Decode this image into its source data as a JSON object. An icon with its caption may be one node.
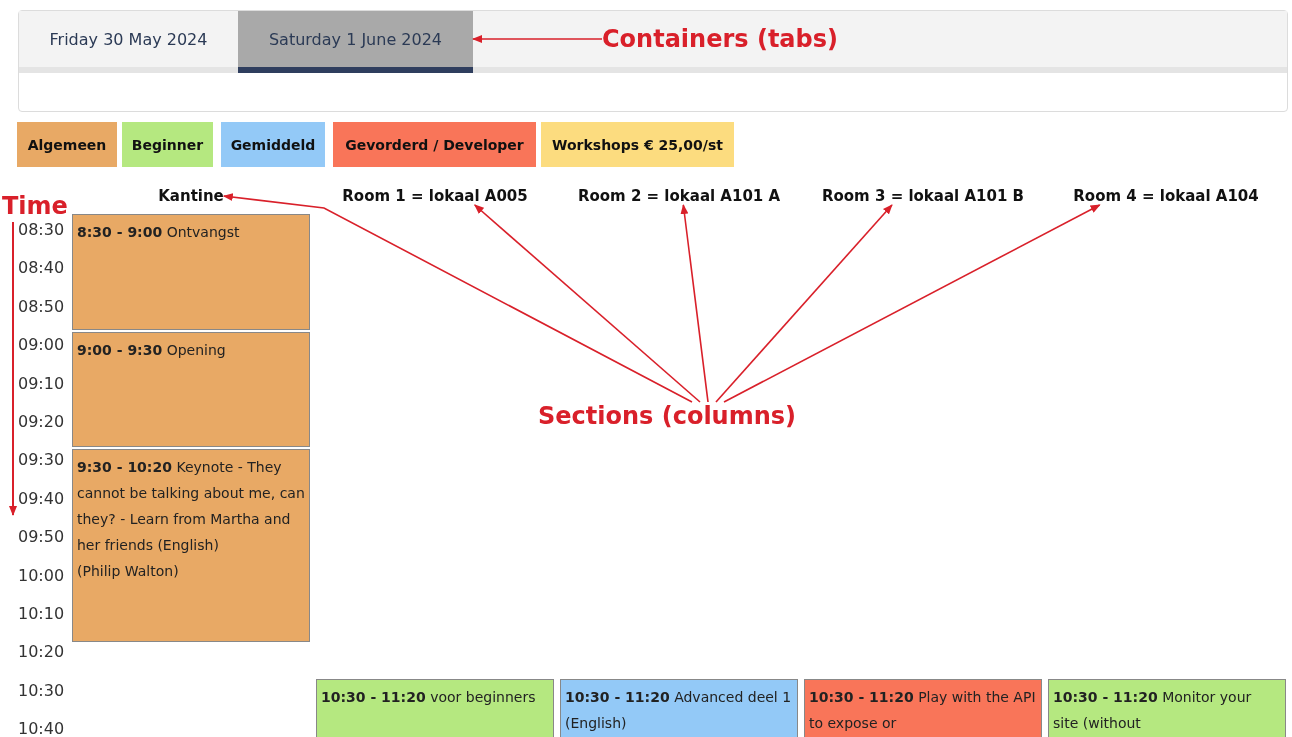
{
  "diagram": {
    "nodes": [
      {
        "text": [
          "Friday 30 May 2024"
        ]
      },
      {
        "text": [
          "Saturday 1 June 2024"
        ]
      },
      {
        "text": [
          "Containers (tabs)"
        ]
      },
      {
        "text": [
          "Kantine"
        ]
      },
      {
        "text": [
          "Room 1 = lokaal A005"
        ]
      },
      {
        "text": [
          "Room 2 = lokaal A101 A"
        ]
      },
      {
        "text": [
          "Room 3 = lokaal A101 B"
        ]
      },
      {
        "text": [
          "Room 4 = lokaal A104"
        ]
      },
      {
        "text": [
          "Sections (columns)"
        ]
      },
      {
        "text": [
          "**8:30 - 9:00** Ontvangst"
        ]
      },
      {
        "text": [
          "**9:00 - 9:30** Opening"
        ]
      },
      {
        "text": [
          "**9:30 - 10:20** Keynote - They cannot be talking about me, can they? - Learn from Martha and her friends (English)",
          "(Philip Walton)"
        ]
      },
      {
        "text": [
          "**10:30 - 11:20** voor beginners"
        ]
      },
      {
        "text": [
          "**10:30 - 11:20** Advanced deel 1 (English)"
        ]
      },
      {
        "text": [
          "**10:30 - 11:20** Play with the API to expose or"
        ]
      },
      {
        "text": [
          "**10:30 - 11:20** Monitor your site (without"
        ]
      }
    ],
    "edges": [
      {
        "from": 2,
        "to": 1,
        "arrow": "to"
      },
      {
        "from": 8,
        "to": 3,
        "arrow": "to"
      },
      {
        "from": 8,
        "to": 4,
        "arrow": "to"
      },
      {
        "from": 8,
        "to": 5,
        "arrow": "to"
      },
      {
        "from": 8,
        "to": 6,
        "arrow": "to"
      },
      {
        "from": 8,
        "to": 7,
        "arrow": "to"
      }
    ],
    "labels": [
      "Time",
      "08:30",
      "08:40",
      "08:50",
      "09:00",
      "09:10",
      "09:20",
      "09:30",
      "09:40",
      "09:50",
      "10:00",
      "10:10",
      "10:20",
      "10:30",
      "10:40"
    ],
    "legend": [
      {
        "text": "Algemeen",
        "color": "#e8a965"
      },
      {
        "text": "Beginner",
        "color": "#b5e880"
      },
      {
        "text": "Gemiddeld",
        "color": "#93c9f7"
      },
      {
        "text": "Gevorderd / Developer",
        "color": "#f97559"
      },
      {
        "text": "Workshops € 25,00/st",
        "color": "#fcdc7f"
      }
    ]
  }
}
